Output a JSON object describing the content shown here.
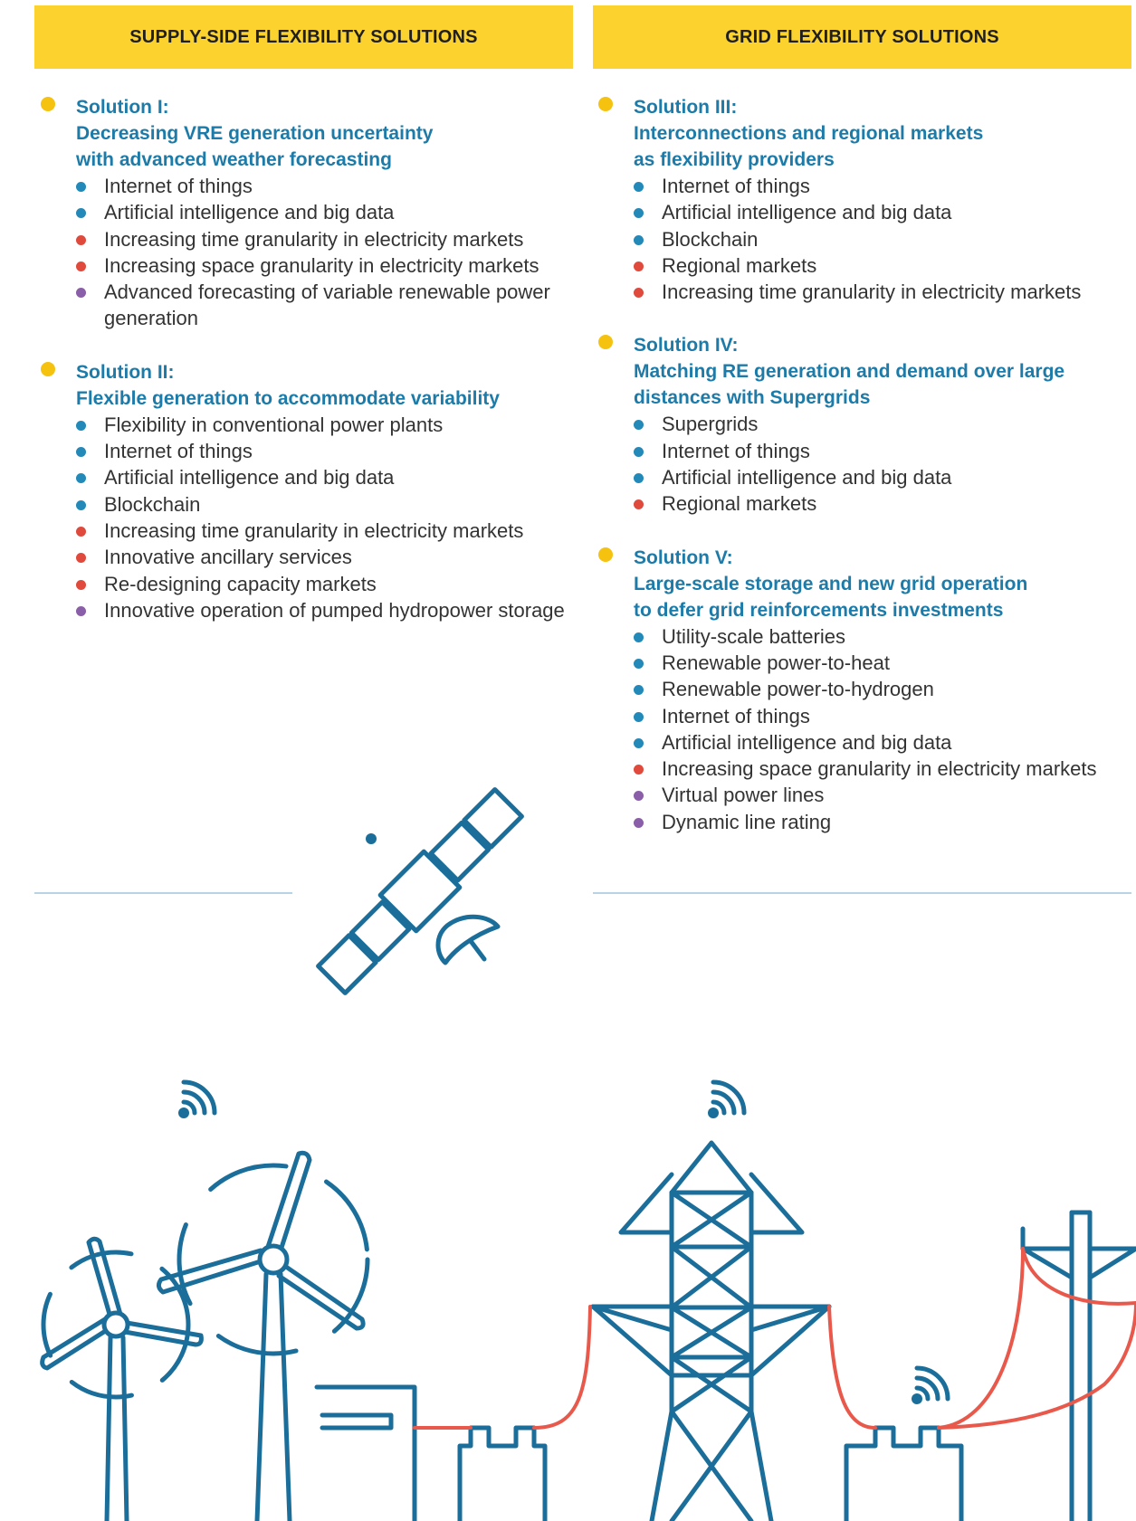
{
  "colors": {
    "header_bg": "#fcd22e",
    "title_blue": "#1c7ba8",
    "solution_dot": "#f5c20f",
    "technology": "#2389b8",
    "market": "#e04a3c",
    "system_operation": "#8a5ea8",
    "line_art": "#1b6e9a",
    "power_line": "#e8594c"
  },
  "headers": {
    "left": "SUPPLY-SIDE FLEXIBILITY SOLUTIONS",
    "right": "GRID FLEXIBILITY SOLUTIONS"
  },
  "left_solutions": [
    {
      "title": "Solution I:\nDecreasing VRE generation uncertainty\nwith advanced weather forecasting",
      "items": [
        {
          "text": "Internet of things",
          "kind": "technology"
        },
        {
          "text": "Artificial intelligence and big data",
          "kind": "technology"
        },
        {
          "text": "Increasing time granularity in electricity markets",
          "kind": "market"
        },
        {
          "text": "Increasing space granularity in electricity markets",
          "kind": "market"
        },
        {
          "text": "Advanced forecasting of variable renewable power generation",
          "kind": "system_operation"
        }
      ]
    },
    {
      "title": "Solution II:\nFlexible generation to accommodate variability",
      "items": [
        {
          "text": "Flexibility in conventional power plants",
          "kind": "technology"
        },
        {
          "text": "Internet of things",
          "kind": "technology"
        },
        {
          "text": "Artificial intelligence and big data",
          "kind": "technology"
        },
        {
          "text": "Blockchain",
          "kind": "technology"
        },
        {
          "text": "Increasing time granularity in electricity markets",
          "kind": "market"
        },
        {
          "text": "Innovative ancillary services",
          "kind": "market"
        },
        {
          "text": "Re-designing capacity markets",
          "kind": "market"
        },
        {
          "text": "Innovative operation of pumped hydropower storage",
          "kind": "system_operation"
        }
      ]
    }
  ],
  "right_solutions": [
    {
      "title": "Solution III:\nInterconnections and regional markets\nas flexibility providers",
      "items": [
        {
          "text": "Internet of things",
          "kind": "technology"
        },
        {
          "text": "Artificial intelligence and big data",
          "kind": "technology"
        },
        {
          "text": "Blockchain",
          "kind": "technology"
        },
        {
          "text": "Regional markets",
          "kind": "market"
        },
        {
          "text": "Increasing time granularity in electricity markets",
          "kind": "market"
        }
      ]
    },
    {
      "title": "Solution IV:\nMatching RE generation and demand over large\ndistances with Supergrids",
      "items": [
        {
          "text": "Supergrids",
          "kind": "technology"
        },
        {
          "text": "Internet of things",
          "kind": "technology"
        },
        {
          "text": "Artificial intelligence and big data",
          "kind": "technology"
        },
        {
          "text": "Regional markets",
          "kind": "market"
        }
      ]
    },
    {
      "title": "Solution V:\nLarge-scale storage and new grid operation\nto defer grid reinforcements investments",
      "items": [
        {
          "text": "Utility-scale batteries",
          "kind": "technology"
        },
        {
          "text": "Renewable power-to-heat",
          "kind": "technology"
        },
        {
          "text": "Renewable power-to-hydrogen",
          "kind": "technology"
        },
        {
          "text": "Internet of things",
          "kind": "technology"
        },
        {
          "text": "Artificial intelligence and big data",
          "kind": "technology"
        },
        {
          "text": "Increasing space granularity in electricity markets",
          "kind": "market"
        },
        {
          "text": "Virtual power lines",
          "kind": "system_operation"
        },
        {
          "text": "Dynamic line rating",
          "kind": "system_operation"
        }
      ]
    }
  ],
  "illustration": {
    "icons": [
      "satellite-icon",
      "wind-turbine-icon",
      "transmission-tower-icon",
      "utility-pole-icon",
      "wifi-signal-icon",
      "power-plant-icon",
      "substation-icon"
    ]
  }
}
